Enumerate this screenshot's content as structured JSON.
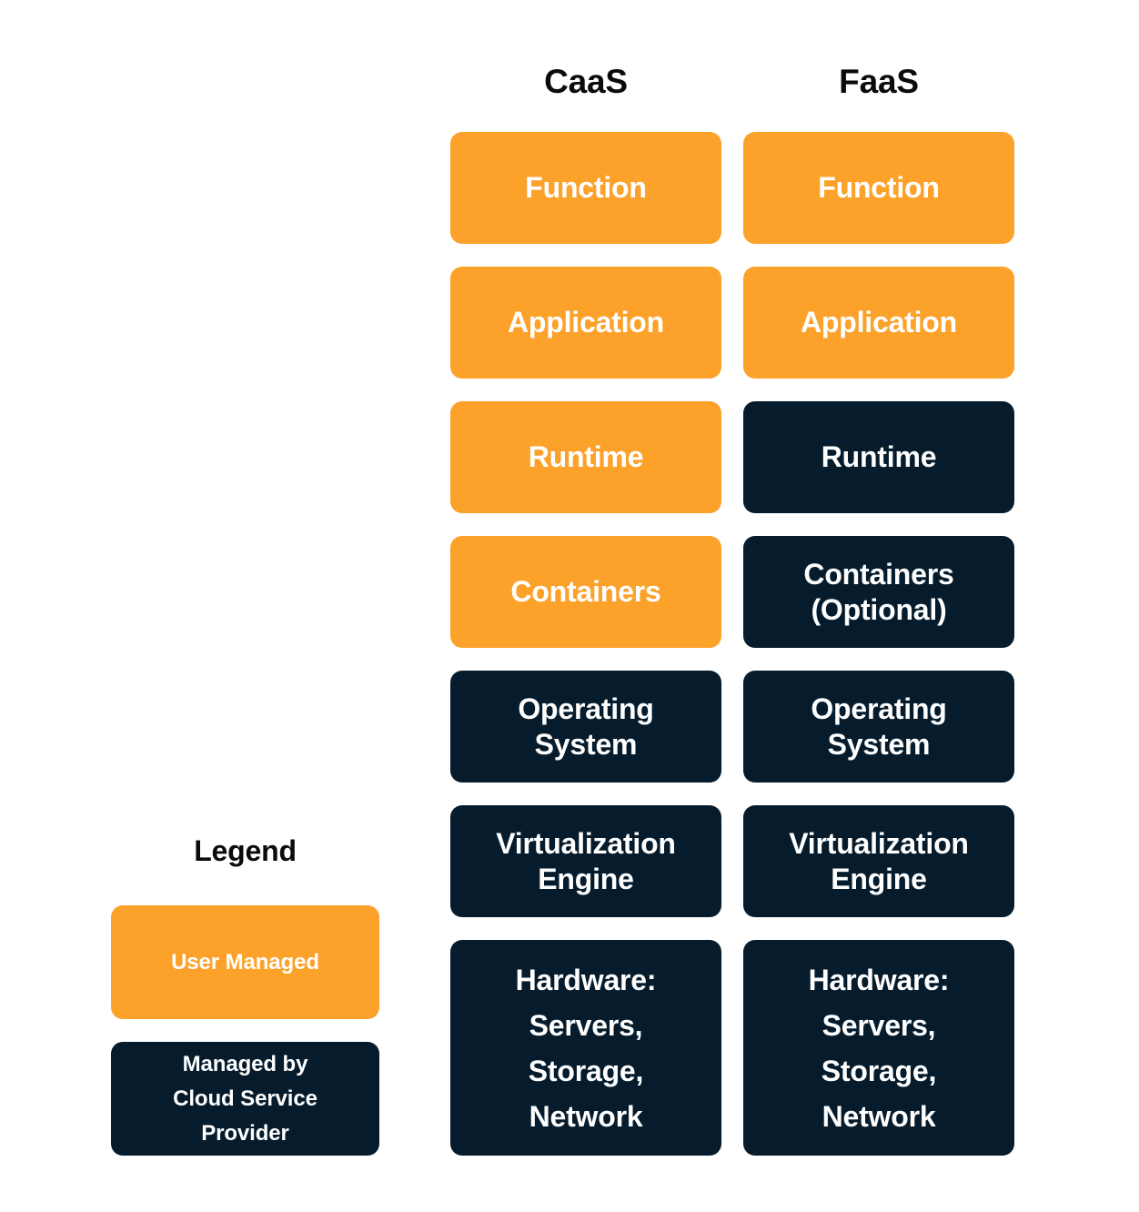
{
  "colors": {
    "user_managed": "#fca22b",
    "provider_managed": "#061c2c",
    "text_on_box": "#ffffff",
    "heading": "#0b0b0c",
    "background": "#ffffff"
  },
  "columns": {
    "caas": {
      "header": "CaaS",
      "layers": [
        {
          "label": "Function",
          "owner": "user"
        },
        {
          "label": "Application",
          "owner": "user"
        },
        {
          "label": "Runtime",
          "owner": "user"
        },
        {
          "label": "Containers",
          "owner": "user"
        },
        {
          "label": "Operating\nSystem",
          "owner": "provider"
        },
        {
          "label": "Virtualization\nEngine",
          "owner": "provider"
        },
        {
          "label": "Hardware:\nServers,\nStorage,\nNetwork",
          "owner": "provider"
        }
      ]
    },
    "faas": {
      "header": "FaaS",
      "layers": [
        {
          "label": "Function",
          "owner": "user"
        },
        {
          "label": "Application",
          "owner": "user"
        },
        {
          "label": "Runtime",
          "owner": "provider"
        },
        {
          "label": "Containers\n(Optional)",
          "owner": "provider"
        },
        {
          "label": "Operating\nSystem",
          "owner": "provider"
        },
        {
          "label": "Virtualization\nEngine",
          "owner": "provider"
        },
        {
          "label": "Hardware:\nServers,\nStorage,\nNetwork",
          "owner": "provider"
        }
      ]
    }
  },
  "legend": {
    "title": "Legend",
    "items": [
      {
        "label": "User Managed",
        "owner": "user"
      },
      {
        "label": "Managed by\nCloud Service\nProvider",
        "owner": "provider"
      }
    ]
  }
}
